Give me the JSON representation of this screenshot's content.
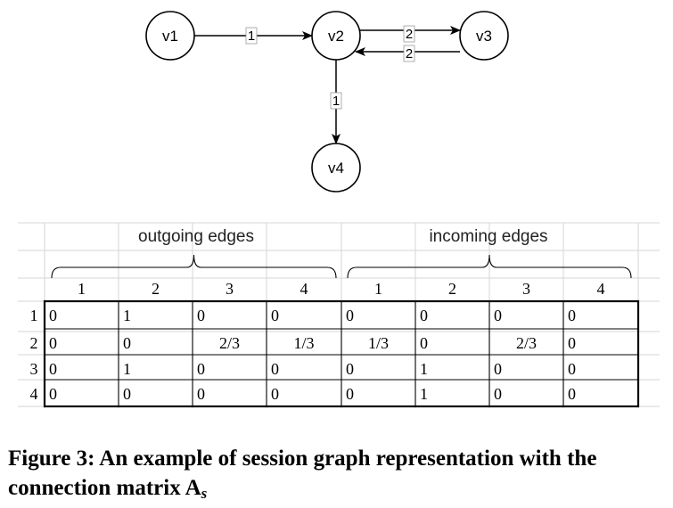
{
  "graph": {
    "nodes": [
      {
        "id": "v1",
        "label": "v1"
      },
      {
        "id": "v2",
        "label": "v2"
      },
      {
        "id": "v3",
        "label": "v3"
      },
      {
        "id": "v4",
        "label": "v4"
      }
    ],
    "edges": [
      {
        "from": "v1",
        "to": "v2",
        "label": "1"
      },
      {
        "from": "v2",
        "to": "v3",
        "label": "2"
      },
      {
        "from": "v3",
        "to": "v2",
        "label": "2"
      },
      {
        "from": "v2",
        "to": "v4",
        "label": "1"
      }
    ]
  },
  "matrix": {
    "group_labels": {
      "outgoing": "outgoing edges",
      "incoming": "incoming edges"
    },
    "column_headers": [
      "1",
      "2",
      "3",
      "4",
      "1",
      "2",
      "3",
      "4"
    ],
    "row_headers": [
      "1",
      "2",
      "3",
      "4"
    ],
    "rows": [
      [
        "0",
        "1",
        "0",
        "0",
        "0",
        "0",
        "0",
        "0"
      ],
      [
        "0",
        "0",
        "2/3",
        "1/3",
        "1/3",
        "0",
        "2/3",
        "0"
      ],
      [
        "0",
        "1",
        "0",
        "0",
        "0",
        "1",
        "0",
        "0"
      ],
      [
        "0",
        "0",
        "0",
        "0",
        "0",
        "1",
        "0",
        "0"
      ]
    ]
  },
  "caption": {
    "text": "Figure 3: An example of session graph representation with the connection matrix A",
    "subscript": "s"
  }
}
